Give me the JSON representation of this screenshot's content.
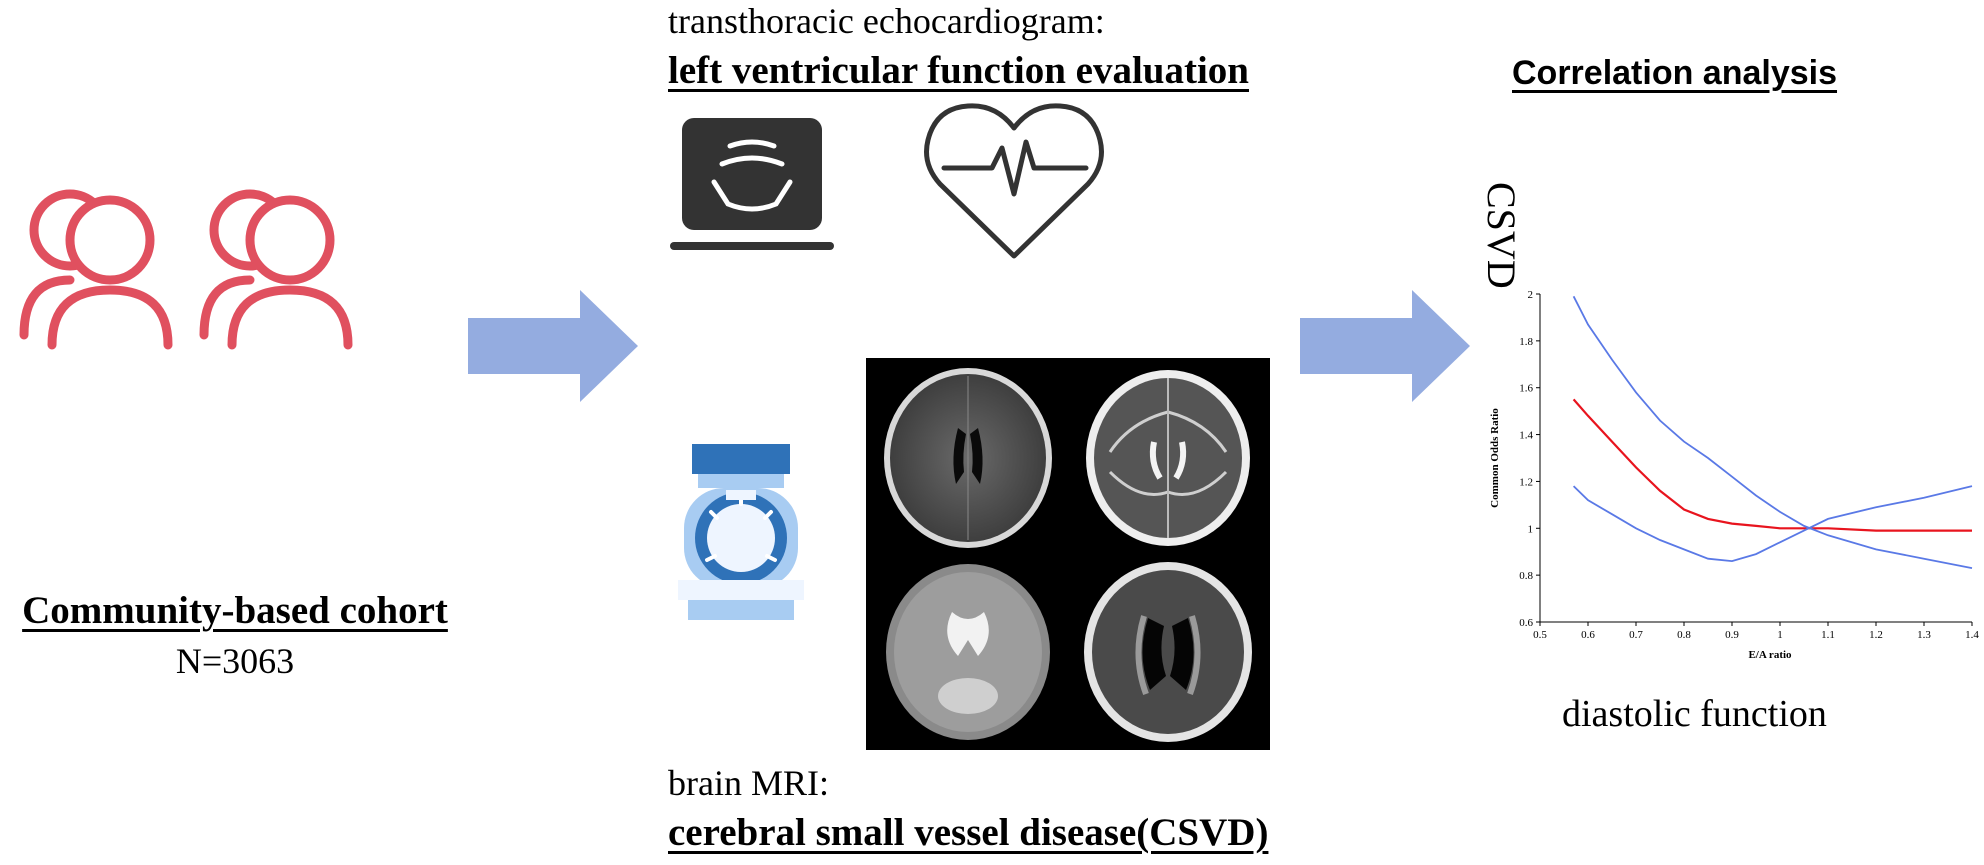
{
  "cohort": {
    "title": "Community-based cohort",
    "n": "N=3063",
    "icon_color": "#e0505f"
  },
  "echo": {
    "line1": "transthoracic echocardiogram:",
    "line2": "left ventricular function evaluation"
  },
  "mri": {
    "line1": "brain MRI:",
    "line2": "cerebral small vessel disease(CSVD)"
  },
  "correlation": {
    "title": "Correlation analysis",
    "y_label_outer": "CSVD",
    "x_label_outer": "diastolic function"
  },
  "colors": {
    "arrow": "#94ace0",
    "icon_dark": "#333333",
    "mri_blue_dark": "#2f72b8",
    "mri_blue_light": "#a8ccf2"
  },
  "chart_data": {
    "type": "line",
    "xlabel": "E/A ratio",
    "ylabel": "Common Odds Ratio",
    "xlim": [
      0.5,
      1.4
    ],
    "ylim": [
      0.6,
      2.0
    ],
    "x_ticks": [
      "0.5",
      "0.6",
      "0.7",
      "0.8",
      "0.9",
      "1",
      "1.1",
      "1.2",
      "1.3",
      "1.4"
    ],
    "y_ticks": [
      "0.6",
      "0.8",
      "1",
      "1.2",
      "1.4",
      "1.6",
      "1.8",
      "2"
    ],
    "grid": false,
    "series": [
      {
        "role": "estimate",
        "color": "#e8141e",
        "x": [
          0.57,
          0.6,
          0.65,
          0.7,
          0.75,
          0.8,
          0.85,
          0.9,
          0.95,
          1.0,
          1.05,
          1.1,
          1.2,
          1.3,
          1.4
        ],
        "y": [
          1.55,
          1.48,
          1.37,
          1.26,
          1.16,
          1.08,
          1.04,
          1.02,
          1.01,
          1.0,
          1.0,
          1.0,
          0.99,
          0.99,
          0.99
        ]
      },
      {
        "role": "upper-ci",
        "color": "#5a79e6",
        "x": [
          0.57,
          0.6,
          0.65,
          0.7,
          0.75,
          0.8,
          0.85,
          0.9,
          0.95,
          1.0,
          1.05,
          1.1,
          1.2,
          1.3,
          1.4
        ],
        "y": [
          1.99,
          1.87,
          1.72,
          1.58,
          1.46,
          1.37,
          1.3,
          1.22,
          1.14,
          1.07,
          1.01,
          0.97,
          0.91,
          0.87,
          0.83
        ]
      },
      {
        "role": "lower-ci",
        "color": "#5a79e6",
        "x": [
          0.57,
          0.6,
          0.65,
          0.7,
          0.75,
          0.8,
          0.85,
          0.9,
          0.95,
          1.0,
          1.05,
          1.1,
          1.2,
          1.3,
          1.4
        ],
        "y": [
          1.18,
          1.12,
          1.06,
          1.0,
          0.95,
          0.91,
          0.87,
          0.86,
          0.89,
          0.94,
          0.99,
          1.04,
          1.09,
          1.13,
          1.18
        ]
      }
    ]
  }
}
